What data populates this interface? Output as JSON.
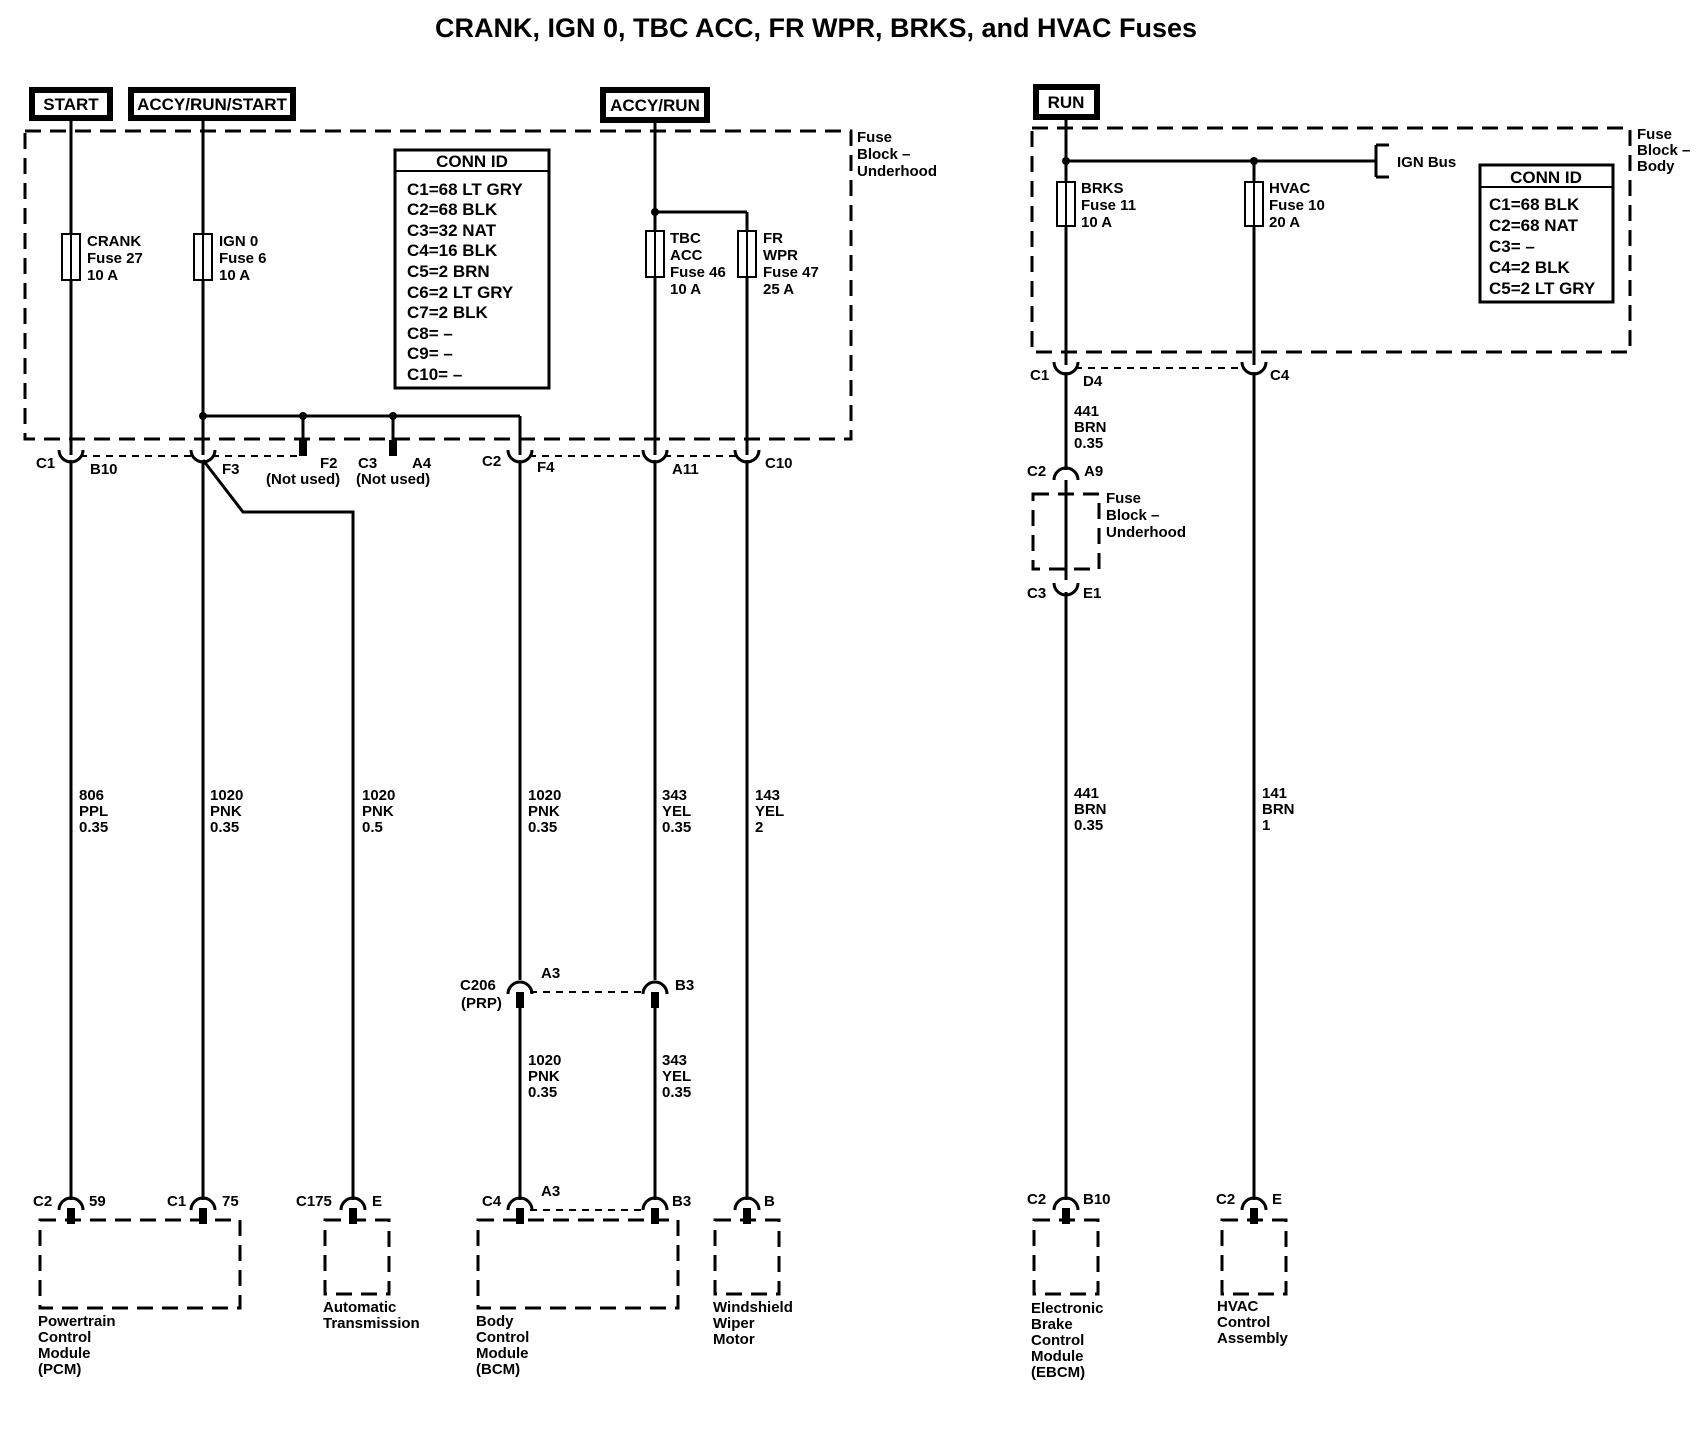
{
  "title": "CRANK, IGN 0, TBC ACC, FR WPR, BRKS, and HVAC   Fuses",
  "power_sources": {
    "start": "START",
    "accy_run_start": "ACCY/RUN/START",
    "accy_run": "ACCY/RUN",
    "run": "RUN"
  },
  "fuse_block_underhood": {
    "label": [
      "Fuse",
      "Block –",
      "Underhood"
    ],
    "conn_id": {
      "title": "CONN ID",
      "rows": [
        "C1=68 LT GRY",
        "C2=68 BLK",
        "C3=32 NAT",
        "C4=16 BLK",
        "C5=2 BRN",
        "C6=2 LT GRY",
        "C7=2 BLK",
        "C8= –",
        "C9= –",
        "C10= –"
      ]
    }
  },
  "fuse_block_body": {
    "label": [
      "Fuse",
      "Block –",
      "Body"
    ],
    "bus_label": "IGN Bus",
    "conn_id": {
      "title": "CONN ID",
      "rows": [
        "C1=68 BLK",
        "C2=68 NAT",
        "C3= –",
        "C4=2 BLK",
        "C5=2 LT GRY"
      ]
    }
  },
  "fuses": {
    "crank": [
      "CRANK",
      "Fuse 27",
      "10 A"
    ],
    "ign0": [
      "IGN 0",
      "Fuse 6",
      "10 A"
    ],
    "tbc": [
      "TBC",
      "ACC",
      "Fuse 46",
      "10 A"
    ],
    "frwpr": [
      "FR",
      "WPR",
      "Fuse 47",
      "25 A"
    ],
    "brks": [
      "BRKS",
      "Fuse 11",
      "10 A"
    ],
    "hvac": [
      "HVAC",
      "Fuse 10",
      "20 A"
    ]
  },
  "connectors": {
    "c1": "C1",
    "b10": "B10",
    "f3": "F3",
    "f2": "F2",
    "not_used_1": "(Not used)",
    "c3": "C3",
    "a4": "A4",
    "not_used_2": "(Not used)",
    "c2": "C2",
    "f4": "F4",
    "a11": "A11",
    "c10": "C10",
    "c206": "C206",
    "prp": "(PRP)",
    "a3": "A3",
    "b3": "B3",
    "pcm_c2": "C2",
    "pcm_59": "59",
    "pcm_c1": "C1",
    "pcm_75": "75",
    "c175": "C175",
    "trans_e": "E",
    "bcm_c4": "C4",
    "bcm_a3": "A3",
    "bcm_b3": "B3",
    "wiper_b": "B",
    "r_c1": "C1",
    "r_d4": "D4",
    "r_c4": "C4",
    "r_c2": "C2",
    "r_a9": "A9",
    "r_c3": "C3",
    "r_e1": "E1",
    "ebcm_c2": "C2",
    "ebcm_b10": "B10",
    "hvac_c2": "C2",
    "hvac_e": "E"
  },
  "wires": {
    "w806": [
      "806",
      "PPL",
      "0.35"
    ],
    "w1020a": [
      "1020",
      "PNK",
      "0.35"
    ],
    "w1020b": [
      "1020",
      "PNK",
      "0.5"
    ],
    "w1020c": [
      "1020",
      "PNK",
      "0.35"
    ],
    "w343a": [
      "343",
      "YEL",
      "0.35"
    ],
    "w143": [
      "143",
      "YEL",
      "2"
    ],
    "w1020d": [
      "1020",
      "PNK",
      "0.35"
    ],
    "w343b": [
      "343",
      "YEL",
      "0.35"
    ],
    "w441a": [
      "441",
      "BRN",
      "0.35"
    ],
    "w441b": [
      "441",
      "BRN",
      "0.35"
    ],
    "w141": [
      "141",
      "BRN",
      "1"
    ]
  },
  "components": {
    "pcm": [
      "Powertrain",
      "Control",
      "Module",
      "(PCM)"
    ],
    "trans": [
      "Automatic",
      "Transmission"
    ],
    "bcm": [
      "Body",
      "Control",
      "Module",
      "(BCM)"
    ],
    "wiper": [
      "Windshield",
      "Wiper",
      "Motor"
    ],
    "ebcm": [
      "Electronic",
      "Brake",
      "Control",
      "Module",
      "(EBCM)"
    ],
    "hvac": [
      "HVAC",
      "Control",
      "Assembly"
    ]
  }
}
